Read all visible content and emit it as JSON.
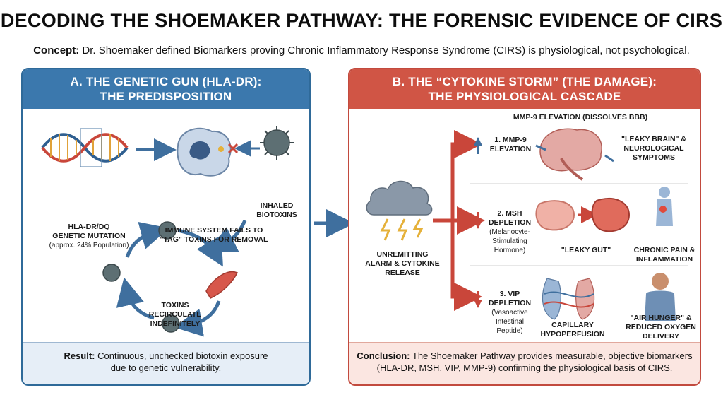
{
  "header": {
    "title": "DECODING THE SHOEMAKER PATHWAY: THE FORENSIC EVIDENCE OF CIRS",
    "concept_label": "Concept:",
    "concept_text": "Dr. Shoemaker defined Biomarkers proving Chronic Inflammatory Response Syndrome (CIRS) is physiological, not psychological."
  },
  "panel_a": {
    "title_line1": "A. THE GENETIC GUN (HLA-DR):",
    "title_line2": "THE PREDISPOSITION",
    "gene_label_line1": "HLA-DR/DQ",
    "gene_label_line2": "GENETIC MUTATION",
    "gene_label_line3": "(approx. 24% Population)",
    "immune_line1": "IMMUNE SYSTEM FAILS TO",
    "immune_line2": "\"TAG\" TOXINS FOR REMOVAL",
    "inhaled_line1": "INHALED",
    "inhaled_line2": "BIOTOXINS",
    "cycle_line1": "TOXINS",
    "cycle_line2": "RECIRCULATE",
    "cycle_line3": "INDEFINITELY",
    "result_label": "Result:",
    "result_text_line1": "Continuous, unchecked biotoxin exposure",
    "result_text_line2": "due to genetic vulnerability."
  },
  "panel_b": {
    "title_line1": "B. THE “CYTOKINE STORM” (THE DAMAGE):",
    "title_line2": "THE PHYSIOLOGICAL CASCADE",
    "storm_line1": "UNREMITTING",
    "storm_line2": "ALARM & CYTOKINE",
    "storm_line3": "RELEASE",
    "mmp_header": "MMP-9 ELEVATION (DISSOLVES BBB)",
    "mmp_line1": "1. MMP-9",
    "mmp_line2": "ELEVATION",
    "brain_line1": "\"LEAKY BRAIN\" &",
    "brain_line2": "NEUROLOGICAL",
    "brain_line3": "SYMPTOMS",
    "msh_line1": "2. MSH",
    "msh_line2": "DEPLETION",
    "msh_sub1": "(Melanocyte-",
    "msh_sub2": "Stimulating",
    "msh_sub3": "Hormone)",
    "gut_label": "\"LEAKY GUT\"",
    "pain_line1": "CHRONIC PAIN &",
    "pain_line2": "INFLAMMATION",
    "vip_line1": "3. VIP",
    "vip_line2": "DEPLETION",
    "vip_sub1": "(Vasoactive",
    "vip_sub2": "Intestinal",
    "vip_sub3": "Peptide)",
    "cap_line1": "CAPILLARY",
    "cap_line2": "HYPOPERFUSION",
    "air_line1": "\"AIR HUNGER\" &",
    "air_line2": "REDUCED OXYGEN",
    "air_line3": "DELIVERY",
    "conclusion_label": "Conclusion:",
    "conclusion_line1": "The Shoemaker Pathway provides measurable, objective biomarkers",
    "conclusion_line2": "(HLA-DR, MSH, VIP, MMP-9) confirming the physiological basis of CIRS."
  },
  "colors": {
    "blue": "#3b78ad",
    "red": "#d05545",
    "arrow_blue": "#3f6f9e",
    "arrow_red": "#c9463a"
  }
}
